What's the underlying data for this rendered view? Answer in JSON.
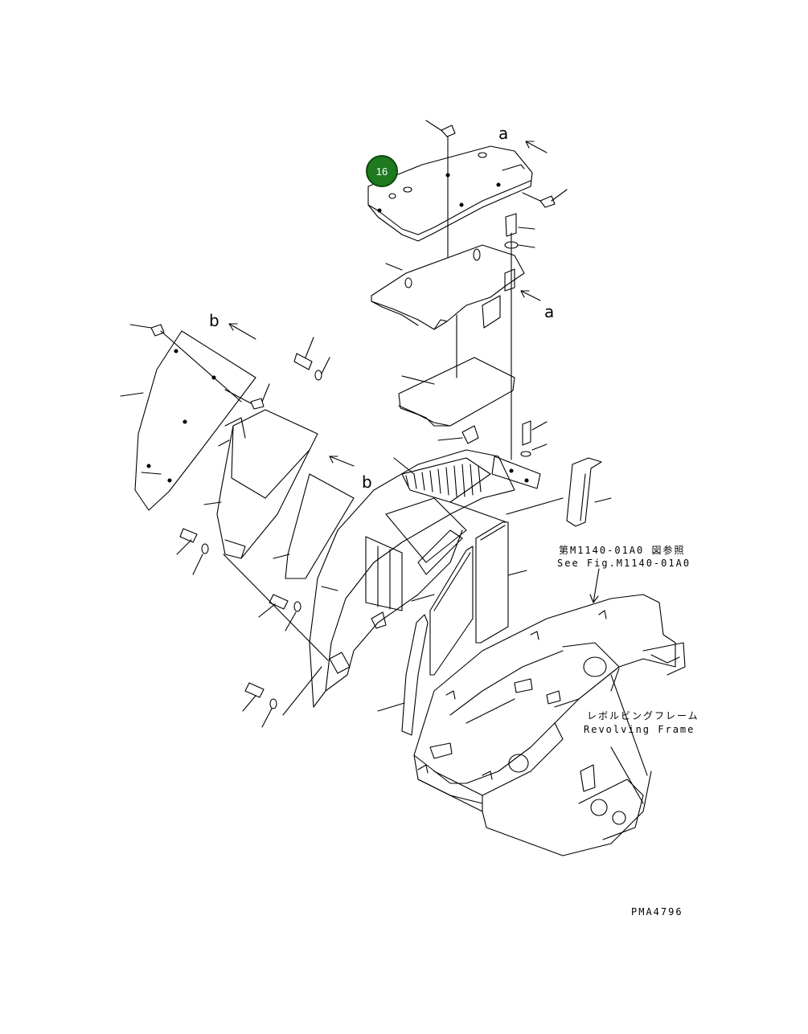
{
  "callout_badge": {
    "text": "16",
    "color": "#1e7a1e"
  },
  "view_markers": {
    "a_top": "a",
    "a_side": "a",
    "b_left": "b",
    "b_mid": "b"
  },
  "references": {
    "see_fig_jp": "第M1140-01A0 図参照",
    "see_fig_en": "See Fig.M1140-01A0",
    "frame_jp": "レボルビングフレーム",
    "frame_en": "Revolving Frame"
  },
  "drawing_code": "PMA4796"
}
